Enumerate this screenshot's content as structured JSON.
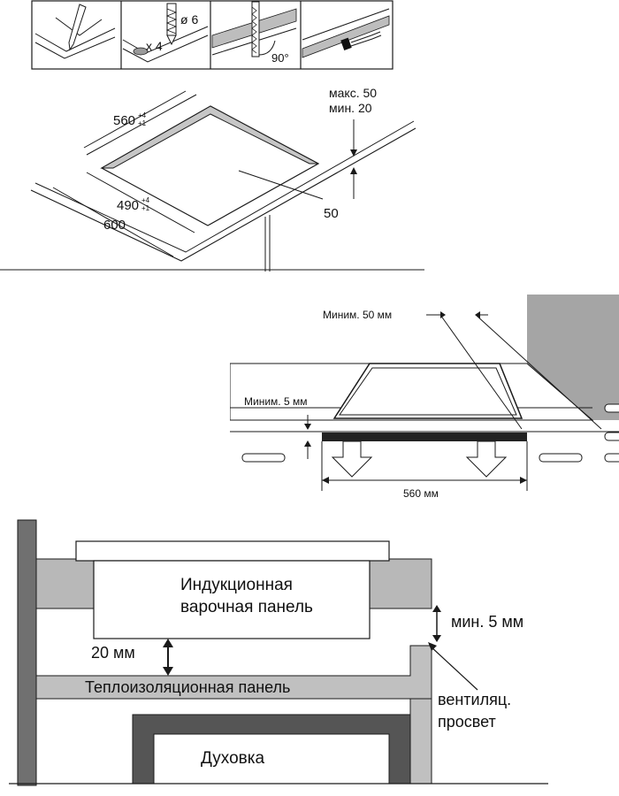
{
  "steps": {
    "drill": {
      "count_label": "x 4",
      "diameter_label": "ø 6"
    },
    "saw": {
      "angle_label": "90°"
    }
  },
  "cutout": {
    "depth_max_label": "макс. 50",
    "depth_min_label": "мин. 20",
    "width_value": "560",
    "width_tol_plus": "+4",
    "width_tol_minus": "+1",
    "depth_value": "490",
    "depth_tol_plus": "+4",
    "depth_tol_minus": "+1",
    "worktop_label": "600",
    "edge_label": "50"
  },
  "clearance": {
    "min_wall_label": "Миним. 50 мм",
    "min_gap_label": "Миним. 5 мм",
    "width_label": "560 мм"
  },
  "section": {
    "hob_label_line1": "Индукционная",
    "hob_label_line2": "варочная панель",
    "gap_label": "20 мм",
    "min_label": "мин. 5 мм",
    "insulation_label": "Теплоизоляционная панель",
    "vent_label_line1": "вентиляц.",
    "vent_label_line2": "просвет",
    "oven_label": "Духовка"
  },
  "colors": {
    "line": "#1a1a1a",
    "cutout_fill": "#c6c6c6",
    "wall_fill": "#9e9e9e",
    "insulation_fill": "#bdbdbd",
    "oven_fill": "#555555",
    "dark_strip": "#222222"
  }
}
